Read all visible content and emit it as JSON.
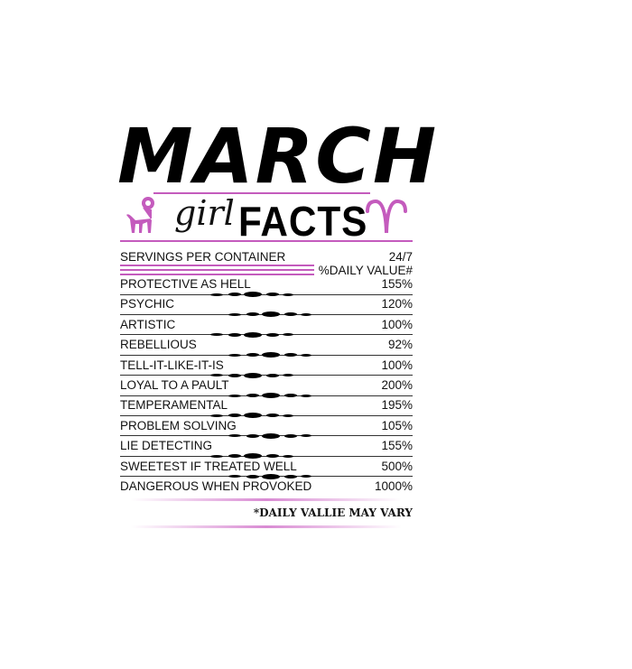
{
  "title": "MARCH",
  "subtitle_script": "girl",
  "subtitle_bold": "FACTS",
  "servings": {
    "label": "SERVINGS PER CONTAINER",
    "value": "24/7"
  },
  "daily_value_header": "%DAILY VALUE#",
  "rows": [
    {
      "label": "PROTECTIVE AS HELL",
      "value": "155%"
    },
    {
      "label": "PSYCHIC",
      "value": "120%"
    },
    {
      "label": "ARTISTIC",
      "value": "100%"
    },
    {
      "label": "REBELLIOUS",
      "value": "92%"
    },
    {
      "label": "TELL-IT-LIKE-IT-IS",
      "value": "100%"
    },
    {
      "label": "LOYAL TO A PAULT",
      "value": "200%"
    },
    {
      "label": "TEMPERAMENTAL",
      "value": "195%"
    },
    {
      "label": "PROBLEM SOLVING",
      "value": "105%"
    },
    {
      "label": "LIE DETECTING",
      "value": "155%"
    },
    {
      "label": "SWEETEST IF TREATED WELL",
      "value": "500%"
    },
    {
      "label": "DANGEROUS WHEN PROVOKED",
      "value": "1000%"
    }
  ],
  "footer": "*DAILY VALLIE MAY VARY",
  "icons": {
    "left": "ram-icon",
    "right": "aries-symbol-icon"
  },
  "colors": {
    "accent": "#c45bbd",
    "text": "#111111"
  }
}
